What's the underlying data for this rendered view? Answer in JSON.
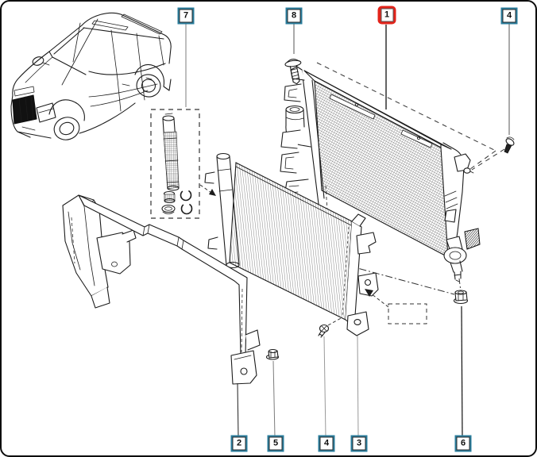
{
  "page": {
    "background": "#ffffff"
  },
  "colors": {
    "highlight": "#e2231a",
    "callout_border": "#2a7d9c",
    "ink": "#1c1c1c",
    "leader": "#7d7d7d"
  },
  "callouts": [
    {
      "id": "7",
      "label": "7",
      "style": "standard"
    },
    {
      "id": "8",
      "label": "8",
      "style": "standard"
    },
    {
      "id": "1",
      "label": "1",
      "style": "highlight"
    },
    {
      "id": "4-top",
      "label": "4",
      "style": "standard"
    },
    {
      "id": "2",
      "label": "2",
      "style": "standard"
    },
    {
      "id": "5",
      "label": "5",
      "style": "standard"
    },
    {
      "id": "4-bottom",
      "label": "4",
      "style": "standard"
    },
    {
      "id": "3",
      "label": "3",
      "style": "standard"
    },
    {
      "id": "6",
      "label": "6",
      "style": "standard"
    }
  ],
  "figures": {
    "vehicle": "suv-line-drawing",
    "part1": "radiator",
    "part2": "air-deflector-panel",
    "part3": "condenser",
    "part7": "receiver-drier-kit",
    "fasteners": "screws-and-nuts"
  }
}
